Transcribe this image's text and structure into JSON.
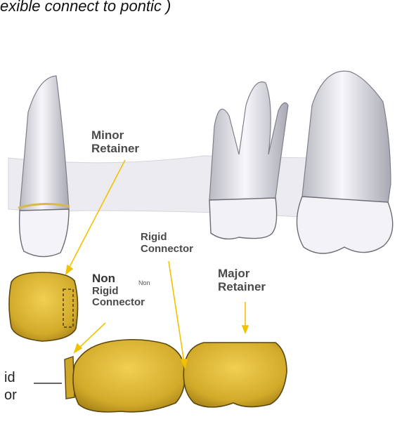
{
  "title_fragment": "exible connect to pontic )",
  "labels": {
    "minor_retainer_line1": "Minor",
    "minor_retainer_line2": "Retainer",
    "rigid_connector_line1": "Rigid",
    "rigid_connector_line2": "Connector",
    "non_rigid_line1": "Non",
    "non_rigid_line2": "Rigid",
    "non_rigid_line3": "Connector",
    "non_small": "Non",
    "major_retainer_line1": "Major",
    "major_retainer_line2": "Retainer",
    "cut_label_line1": "id",
    "cut_label_line2": "or"
  },
  "colors": {
    "arrow": "#f2c200",
    "gold": "#d4ad2c",
    "gold_dark": "#6b5410",
    "tooth": "#ececf2",
    "gum": "#e9e9ee"
  }
}
